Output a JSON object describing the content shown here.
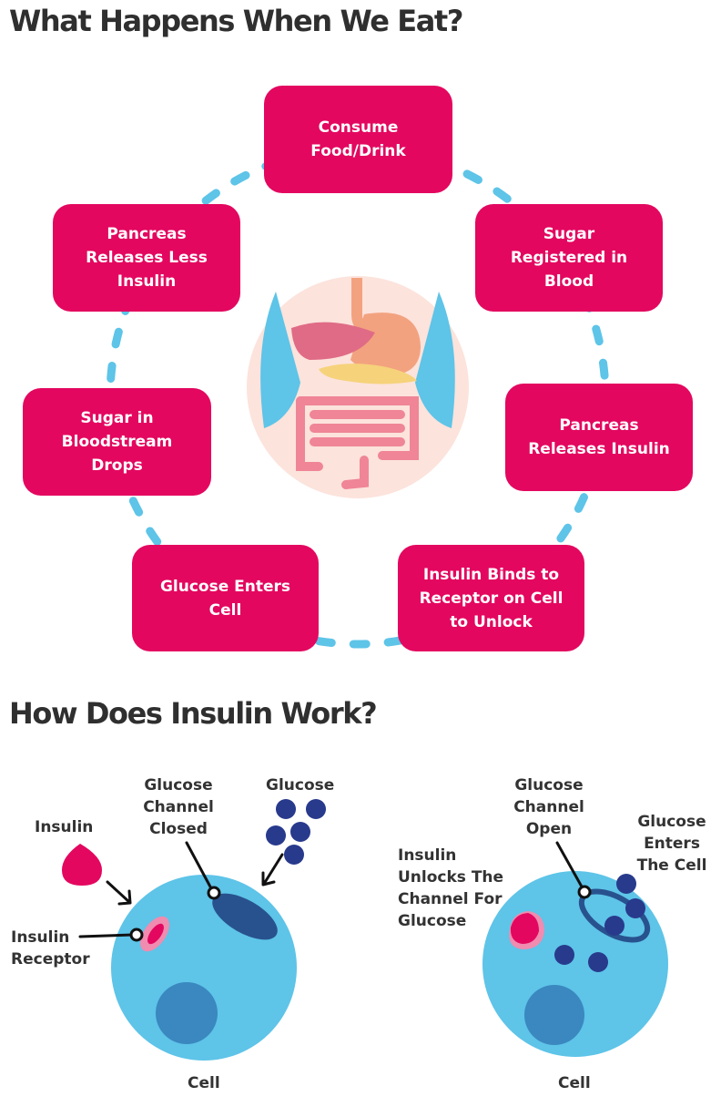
{
  "section1": {
    "title": "What Happens When We Eat?",
    "steps": [
      "Consume\nFood/Drink",
      "Sugar\nRegistered in\nBlood",
      "Pancreas\nReleases Insulin",
      "Insulin Binds to\nReceptor on Cell\nto Unlock",
      "Glucose Enters\nCell",
      "Sugar in\nBloodstream\nDrops",
      "Pancreas\nReleases Less\nInsulin"
    ]
  },
  "section2": {
    "title": "How Does Insulin Work?",
    "left": {
      "insulin": "Insulin",
      "insulin_receptor": "Insulin\nReceptor",
      "glucose_channel": "Glucose\nChannel\nClosed",
      "glucose": "Glucose",
      "cell": "Cell"
    },
    "right": {
      "insulin_unlocks": "Insulin\nUnlocks The\nChannel For\nGlucose",
      "glucose_channel": "Glucose\nChannel\nOpen",
      "glucose_enters": "Glucose\nEnters\nThe Cell",
      "cell": "Cell"
    }
  },
  "colors": {
    "magenta": "#e3075f",
    "cyan": "#5ec4e8",
    "navy": "#283a8c",
    "dark_text": "#2f2f2f"
  }
}
